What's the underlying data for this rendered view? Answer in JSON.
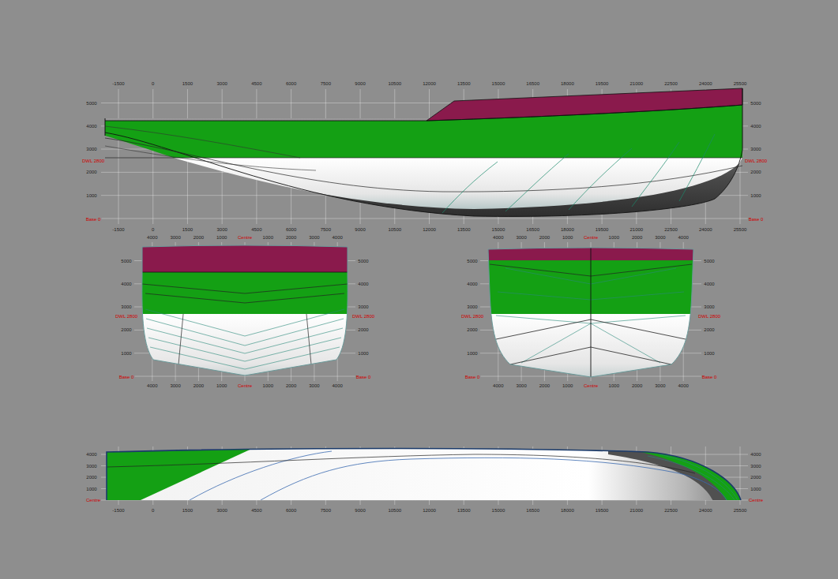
{
  "diagram": {
    "labels": [
      "-1500",
      "0",
      "1500",
      "3000",
      "4500",
      "6000",
      "7500",
      "9000",
      "10500",
      "12000",
      "13500",
      "15000",
      "16500",
      "18000",
      "19500",
      "21000",
      "22500",
      "24000",
      "25500",
      "5000",
      "4000",
      "3000",
      "2000",
      "1000",
      "5000",
      "4000",
      "3000",
      "2000",
      "1000",
      "DWL 2800",
      "DWL 2800",
      "Base 0",
      "Base 0",
      "-1500",
      "0",
      "1500",
      "3000",
      "4500",
      "6000",
      "7500",
      "9000",
      "10500",
      "12000",
      "13500",
      "15000",
      "16500",
      "18000",
      "19500",
      "21000",
      "22500",
      "24000",
      "25500",
      "4000",
      "3000",
      "2000",
      "1000",
      "Centre",
      "1000",
      "2000",
      "3000",
      "4000",
      "5000",
      "4000",
      "3000",
      "2000",
      "1000",
      "5000",
      "4000",
      "3000",
      "2000",
      "1000",
      "DWL 2800",
      "DWL 2800",
      "Base 0",
      "Base 0",
      "4000",
      "3000",
      "2000",
      "1000",
      "Centre",
      "1000",
      "2000",
      "3000",
      "4000",
      "4000",
      "3000",
      "2000",
      "1000",
      "Centre",
      "1000",
      "2000",
      "3000",
      "4000",
      "5000",
      "4000",
      "3000",
      "2000",
      "1000",
      "5000",
      "4000",
      "3000",
      "2000",
      "1000",
      "DWL 2800",
      "DWL 2800",
      "Base 0",
      "Base 0",
      "4000",
      "3000",
      "2000",
      "1000",
      "Centre",
      "1000",
      "2000",
      "3000",
      "4000",
      "4000",
      "3000",
      "2000",
      "1000",
      "4000",
      "3000",
      "2000",
      "1000",
      "Centre",
      "Centre",
      "-1500",
      "0",
      "1500",
      "3000",
      "4500",
      "6000",
      "7500",
      "9000",
      "10500",
      "12000",
      "13500",
      "15000",
      "16500",
      "18000",
      "19500",
      "21000",
      "22500",
      "24000",
      "25500"
    ]
  }
}
